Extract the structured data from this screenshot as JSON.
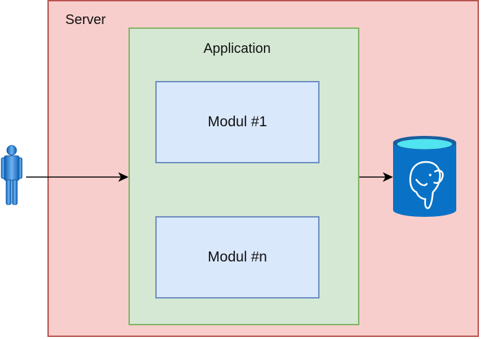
{
  "server": {
    "label": "Server"
  },
  "application": {
    "label": "Application"
  },
  "modules": [
    {
      "label": "Modul #1"
    },
    {
      "label": "Modul #n"
    }
  ],
  "icons": {
    "user": "user-icon",
    "database": "postgresql-database-icon"
  },
  "colors": {
    "server_fill": "#f8cecc",
    "server_stroke": "#b85450",
    "app_fill": "#d5e8d4",
    "app_stroke": "#82b366",
    "module_fill": "#dae8fc",
    "module_stroke": "#6c8ebf"
  }
}
